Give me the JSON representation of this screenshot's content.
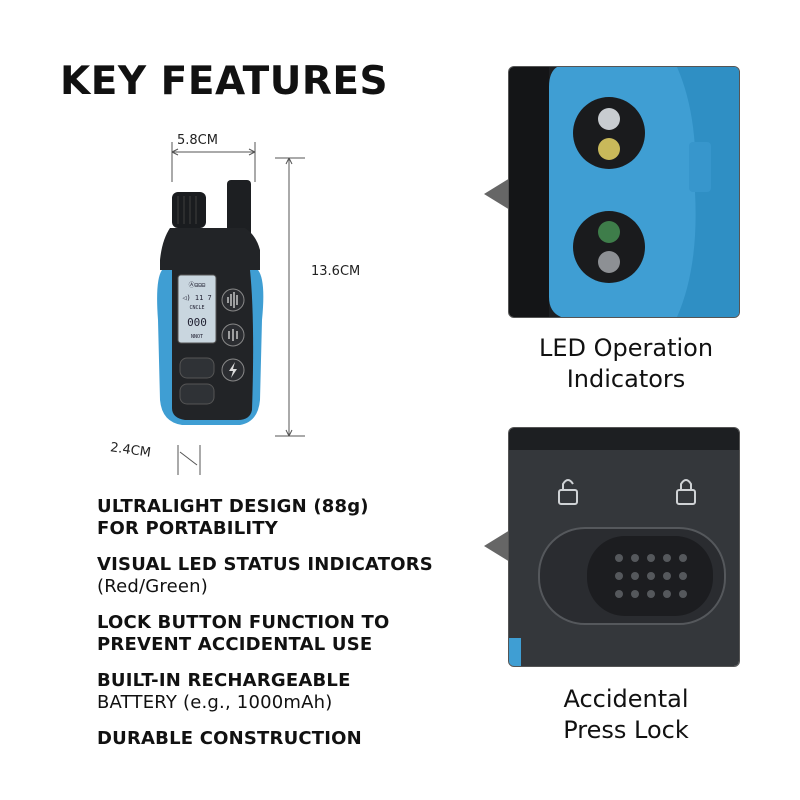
{
  "heading": "KEY FEATURES",
  "dimensions": {
    "width": "5.8CM",
    "height": "13.6CM",
    "depth": "2.4CM"
  },
  "device_screen": {
    "top_text": "Ⓐ⊟⊟⊟",
    "middle_text": "◁) 11 7",
    "mode": "CNCLE",
    "counter": "000",
    "bottom_text": "NNOT"
  },
  "features": [
    {
      "line1": "ULTRALIGHT DESIGN (88g)",
      "line2": "FOR PORTABILITY",
      "line2_bold": true
    },
    {
      "line1": "VISUAL LED STATUS INDICATORS",
      "line2": "(Red/Green)",
      "line2_bold": false
    },
    {
      "line1": "LOCK BUTTON FUNCTION TO",
      "line2": "PREVENT ACCIDENTAL USE",
      "line2_bold": true
    },
    {
      "line1": "BUILT-IN RECHARGEABLE",
      "line2": "BATTERY (e.g., 1000mAh)",
      "line2_bold": false
    },
    {
      "line1": "DURABLE CONSTRUCTION",
      "line2": "",
      "line2_bold": true
    }
  ],
  "panels": {
    "led": {
      "caption_line1": "LED Operation",
      "caption_line2": "Indicators"
    },
    "lock": {
      "caption_line1": "Accidental",
      "caption_line2": "Press Lock"
    }
  },
  "colors": {
    "device_blue": "#3f9ed3",
    "device_dark": "#222427",
    "accent_text": "#111111"
  },
  "icons": [
    "sound-wave-icon",
    "lightning-icon",
    "padlock-icon",
    "led-light-icon"
  ]
}
